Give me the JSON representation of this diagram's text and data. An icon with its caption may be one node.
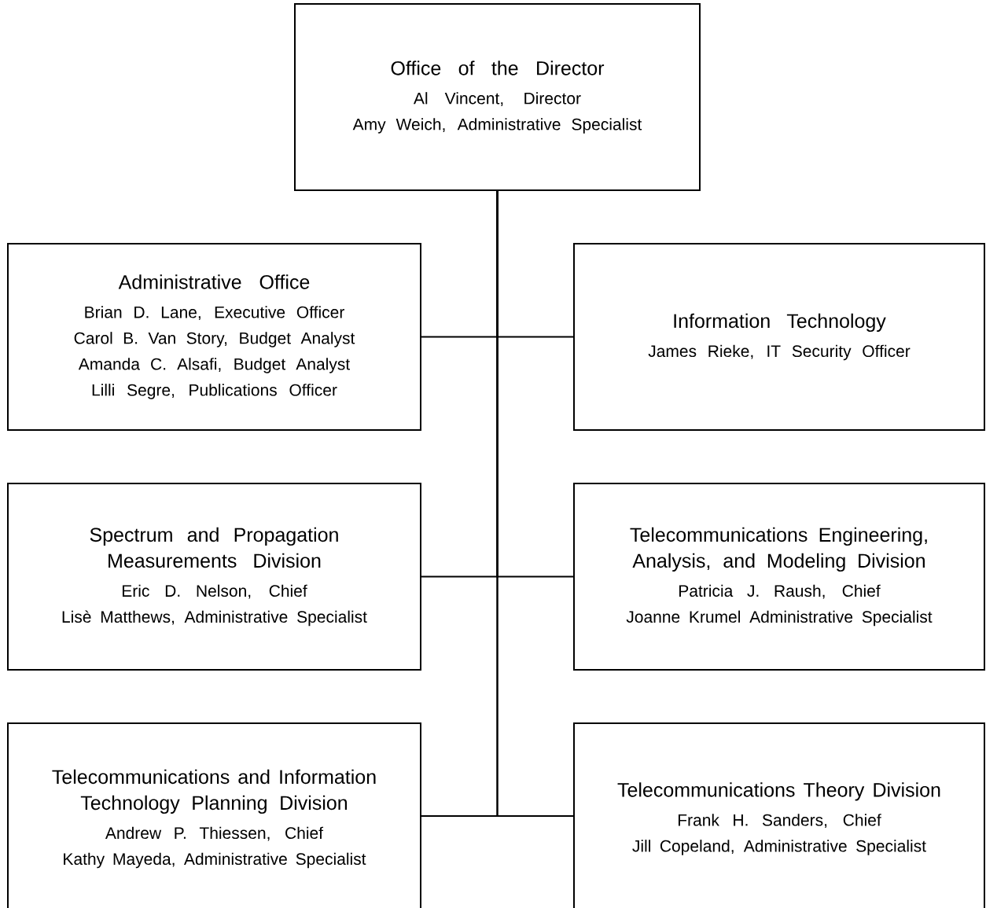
{
  "diagram": {
    "nodes": [
      {
        "text": [
          "Office of the Director",
          "Al Vincent, Director",
          "Amy Weich, Administrative Specialist"
        ]
      },
      {
        "text": [
          "Administrative Office",
          "Brian D. Lane, Executive Officer",
          "Carol B. Van Story, Budget Analyst",
          "Amanda C. Alsafi, Budget Analyst",
          "Lilli Segre, Publications Officer"
        ]
      },
      {
        "text": [
          "Information Technology",
          "James Rieke, IT Security Officer"
        ]
      },
      {
        "text": [
          "Spectrum and Propagation Measurements Division",
          "Eric D. Nelson, Chief",
          "Lisè Matthews, Administrative Specialist"
        ]
      },
      {
        "text": [
          "Telecommunications Engineering, Analysis, and Modeling Division",
          "Patricia J. Raush, Chief",
          "Joanne Krumel Administrative Specialist"
        ]
      },
      {
        "text": [
          "Telecommunications and Information Technology Planning Division",
          "Andrew P. Thiessen, Chief",
          "Kathy Mayeda, Administrative Specialist"
        ]
      },
      {
        "text": [
          "Telecommunications Theory Division",
          "Frank H. Sanders, Chief",
          "Jill Copeland, Administrative Specialist"
        ]
      }
    ],
    "edges": [
      {
        "from": 0,
        "to": 1,
        "arrow": "none"
      },
      {
        "from": 0,
        "to": 2,
        "arrow": "none"
      },
      {
        "from": 0,
        "to": 3,
        "arrow": "none"
      },
      {
        "from": 0,
        "to": 4,
        "arrow": "none"
      },
      {
        "from": 0,
        "to": 5,
        "arrow": "none"
      },
      {
        "from": 0,
        "to": 6,
        "arrow": "none"
      }
    ]
  }
}
